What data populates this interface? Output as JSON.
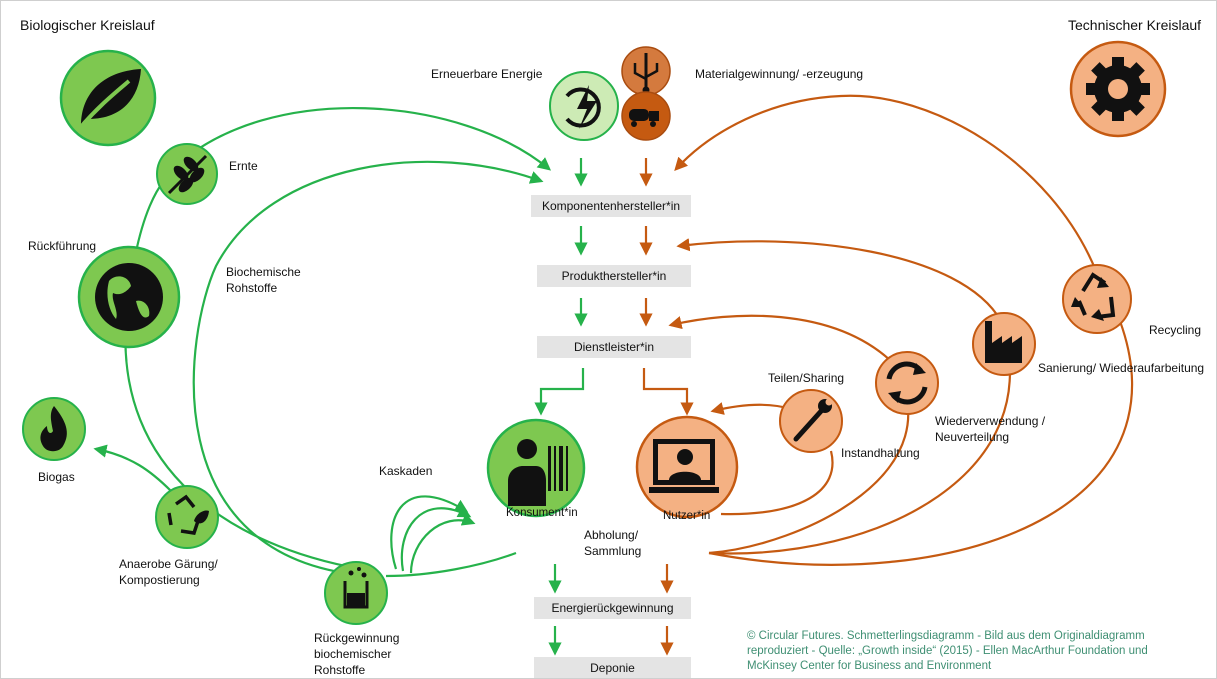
{
  "titles": {
    "bio": "Biologischer Kreislauf",
    "tech": "Technischer Kreislauf"
  },
  "chain": {
    "components": "Komponentenhersteller*in",
    "product": "Produkthersteller*in",
    "service": "Dienstleister*in",
    "energy_recovery": "Energierückgewinnung",
    "landfill": "Deponie"
  },
  "top": {
    "renewable": "Erneuerbare Energie",
    "material": "Materialgewinnung/ -erzeugung"
  },
  "bio_labels": {
    "harvest": "Ernte",
    "return": "Rückführung",
    "biochem_line1": "Biochemische",
    "biochem_line2": "Rohstoffe",
    "biogas": "Biogas",
    "anaerobic_line1": "Anaerobe Gärung/",
    "anaerobic_line2": "Kompostierung",
    "cascades": "Kaskaden",
    "recovery_line1": "Rückgewinnung",
    "recovery_line2": "biochemischer",
    "recovery_line3": "Rohstoffe",
    "consumer": "Konsument*in"
  },
  "tech_labels": {
    "user": "Nutzer*in",
    "sharing": "Teilen/Sharing",
    "maintenance": "Instandhaltung",
    "reuse_line1": "Wiederverwendung /",
    "reuse_line2": "Neuverteilung",
    "refurbish": "Sanierung/ Wiederaufarbeitung",
    "recycling": "Recycling",
    "collection_line1": "Abholung/",
    "collection_line2": "Sammlung"
  },
  "credit": {
    "line1": "© Circular Futures. Schmetterlingsdiagramm - Bild aus dem Originaldiagramm",
    "line2": "reproduziert - Quelle: „Growth inside“ (2015) - Ellen MacArthur Foundation und",
    "line3": "McKinsey Center for Business and Environment"
  },
  "colors": {
    "green": "#26b24b",
    "green_fill": "#7ec850",
    "light_green": "#cdebb5",
    "orange": "#c55a11",
    "orange_fill": "#f4b183",
    "orange_dark": "#d47a3e",
    "box_gray": "#e4e4e4",
    "credit_text": "#3f8f73"
  },
  "icons": [
    "leaf-icon",
    "gear-icon",
    "renewable-energy-icon",
    "usb-icon",
    "cement-truck-icon",
    "wheat-icon",
    "globe-icon",
    "flame-icon",
    "recycle-leaf-icon",
    "beaker-icon",
    "shop-icon",
    "monitor-user-icon",
    "wrench-icon",
    "sync-icon",
    "factory-icon",
    "recycle-icon"
  ]
}
